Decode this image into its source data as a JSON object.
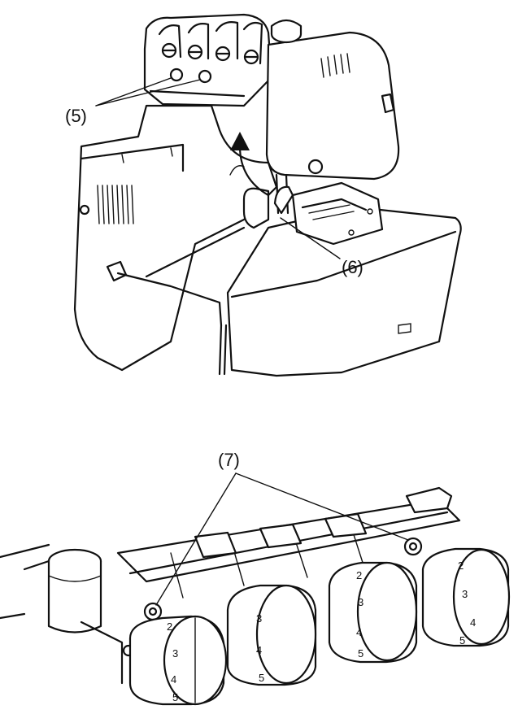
{
  "callouts": {
    "c5": "(5)",
    "c6": "(6)",
    "c7": "(7)"
  },
  "dial_numbers": {
    "d1": [
      "2",
      "3",
      "4",
      "5"
    ],
    "d2": [
      "3",
      "4",
      "5"
    ],
    "d3": [
      "2",
      "3",
      "4",
      "5"
    ],
    "d4": [
      "2",
      "3",
      "4",
      "5"
    ]
  },
  "colors": {
    "ink": "#111111",
    "paper": "#ffffff"
  }
}
